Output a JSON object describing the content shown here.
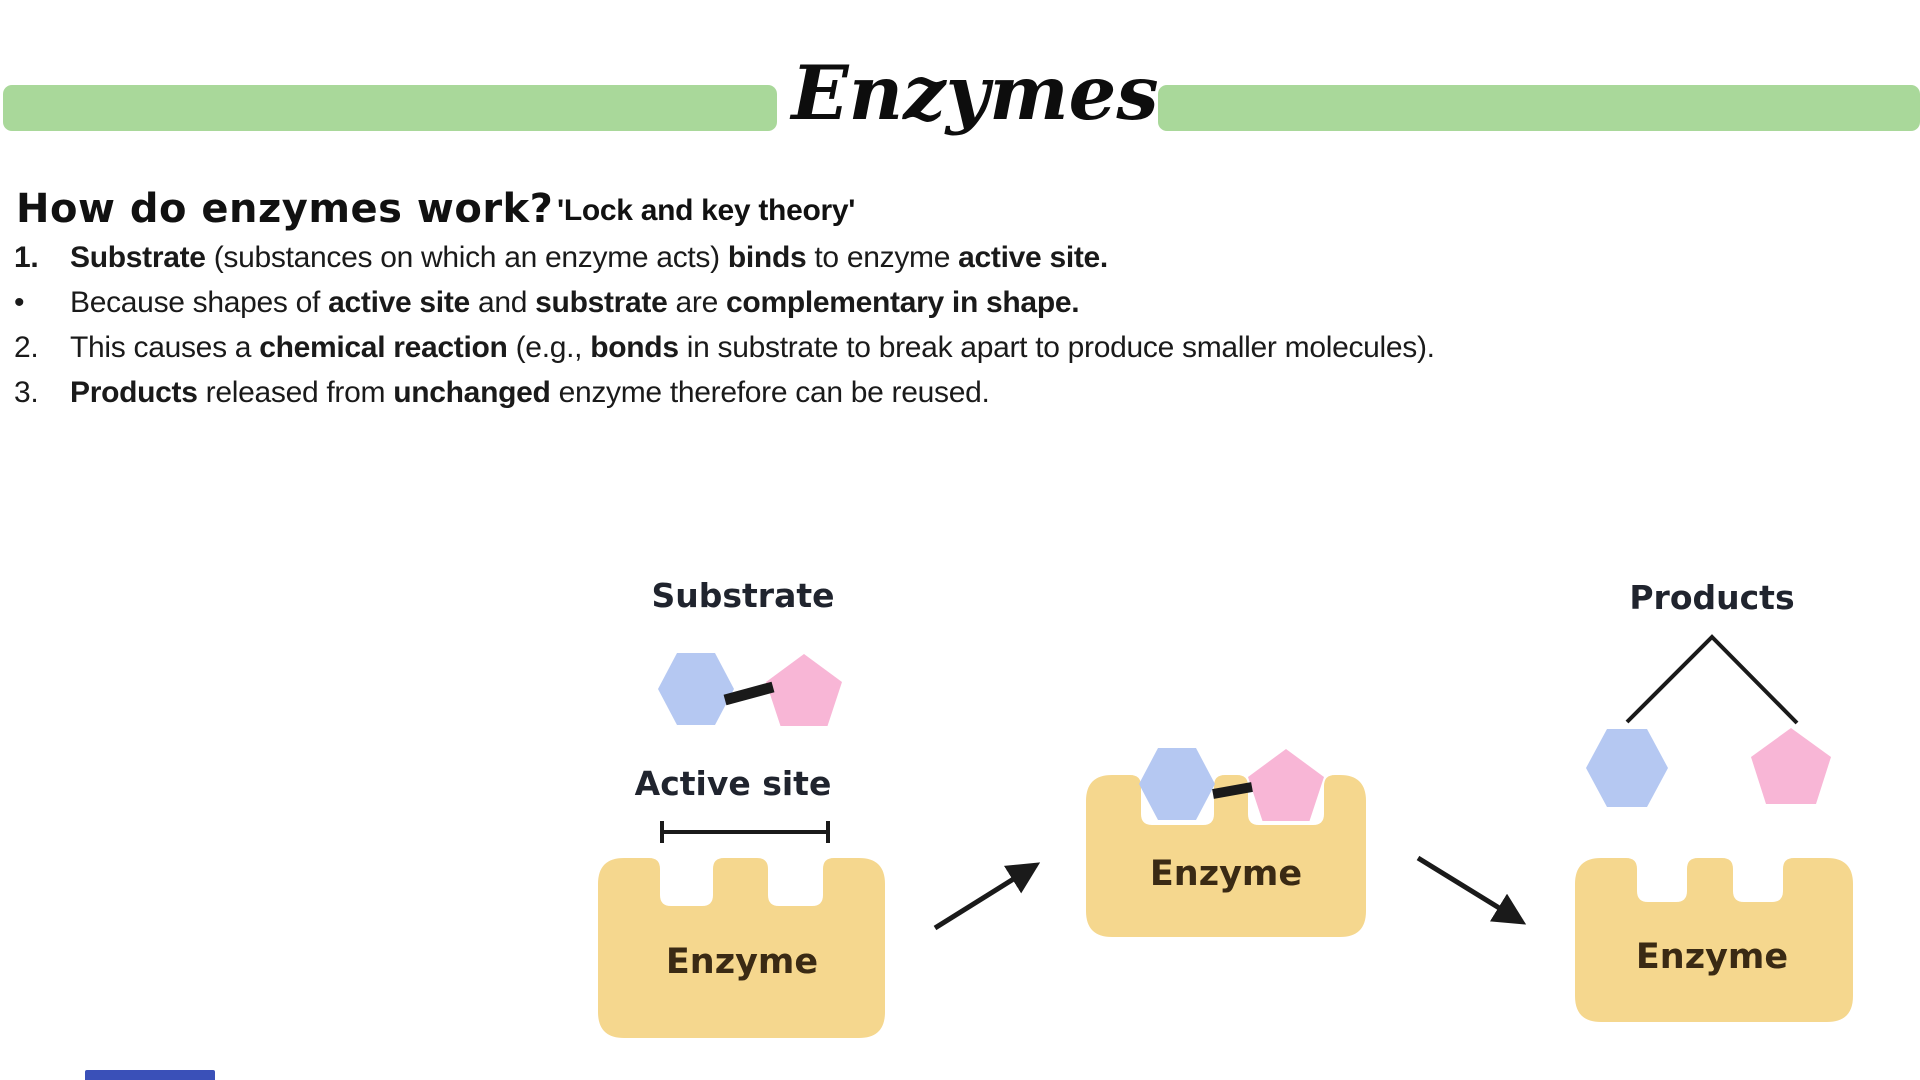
{
  "title": "Enzymes",
  "heading": {
    "question": "How do enzymes work?",
    "theory": "'Lock and key theory'"
  },
  "list": [
    {
      "marker": "1.",
      "bold_marker": true,
      "segments": [
        {
          "t": "Substrate",
          "b": true
        },
        {
          "t": " (substances on which an enzyme acts) "
        },
        {
          "t": "binds",
          "b": true
        },
        {
          "t": " to enzyme "
        },
        {
          "t": "active site.",
          "b": true
        }
      ]
    },
    {
      "marker": "•",
      "bold_marker": false,
      "segments": [
        {
          "t": "Because shapes of "
        },
        {
          "t": "active site",
          "b": true
        },
        {
          "t": " and "
        },
        {
          "t": "substrate",
          "b": true
        },
        {
          "t": " are "
        },
        {
          "t": "complementary in shape.",
          "b": true
        }
      ]
    },
    {
      "marker": "2.",
      "bold_marker": false,
      "segments": [
        {
          "t": "This causes a "
        },
        {
          "t": "chemical reaction",
          "b": true
        },
        {
          "t": " (e.g., "
        },
        {
          "t": "bonds",
          "b": true
        },
        {
          "t": " in substrate to break apart to produce smaller molecules)."
        }
      ]
    },
    {
      "marker": "3.",
      "bold_marker": false,
      "segments": [
        {
          "t": "Products",
          "b": true
        },
        {
          "t": " released from "
        },
        {
          "t": "unchanged",
          "b": true
        },
        {
          "t": " enzyme therefore can be reused."
        }
      ]
    }
  ],
  "diagram": {
    "substrate_label": "Substrate",
    "active_site_label": "Active site",
    "products_label": "Products",
    "enzyme_label": "Enzyme"
  },
  "colors": {
    "bar_green": "#a9d89a",
    "hexagon_blue": "#b5c8f2",
    "pentagon_pink": "#f8b6d6",
    "enzyme_tan": "#f5d78e",
    "enzyme_text": "#3a2a14",
    "line_black": "#1a1a1a",
    "strip_blue": "#3a50b8"
  }
}
